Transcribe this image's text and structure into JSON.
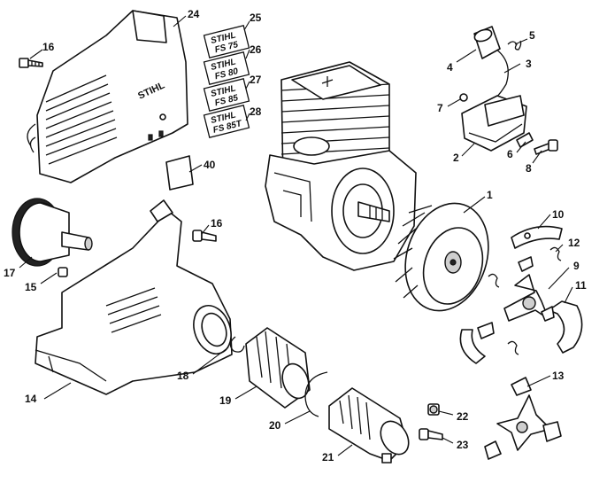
{
  "callouts": [
    {
      "id": "1",
      "label": "1"
    },
    {
      "id": "2",
      "label": "2"
    },
    {
      "id": "3",
      "label": "3"
    },
    {
      "id": "4",
      "label": "4"
    },
    {
      "id": "5",
      "label": "5"
    },
    {
      "id": "6",
      "label": "6"
    },
    {
      "id": "7",
      "label": "7"
    },
    {
      "id": "8",
      "label": "8"
    },
    {
      "id": "9",
      "label": "9"
    },
    {
      "id": "10",
      "label": "10"
    },
    {
      "id": "11",
      "label": "11"
    },
    {
      "id": "12",
      "label": "12"
    },
    {
      "id": "13",
      "label": "13"
    },
    {
      "id": "14",
      "label": "14"
    },
    {
      "id": "15",
      "label": "15"
    },
    {
      "id": "16a",
      "label": "16"
    },
    {
      "id": "16b",
      "label": "16"
    },
    {
      "id": "17",
      "label": "17"
    },
    {
      "id": "18",
      "label": "18"
    },
    {
      "id": "19",
      "label": "19"
    },
    {
      "id": "20",
      "label": "20"
    },
    {
      "id": "21",
      "label": "21"
    },
    {
      "id": "22",
      "label": "22"
    },
    {
      "id": "23",
      "label": "23"
    },
    {
      "id": "24",
      "label": "24"
    },
    {
      "id": "25",
      "label": "25"
    },
    {
      "id": "26",
      "label": "26"
    },
    {
      "id": "27",
      "label": "27"
    },
    {
      "id": "28",
      "label": "28"
    },
    {
      "id": "40",
      "label": "40"
    }
  ],
  "decals": [
    {
      "brand": "STIHL",
      "model": "FS 75"
    },
    {
      "brand": "STIHL",
      "model": "FS 80"
    },
    {
      "brand": "STIHL",
      "model": "FS 85"
    },
    {
      "brand": "STIHL",
      "model": "FS 85T"
    }
  ],
  "shroud_brand": "STIHL"
}
